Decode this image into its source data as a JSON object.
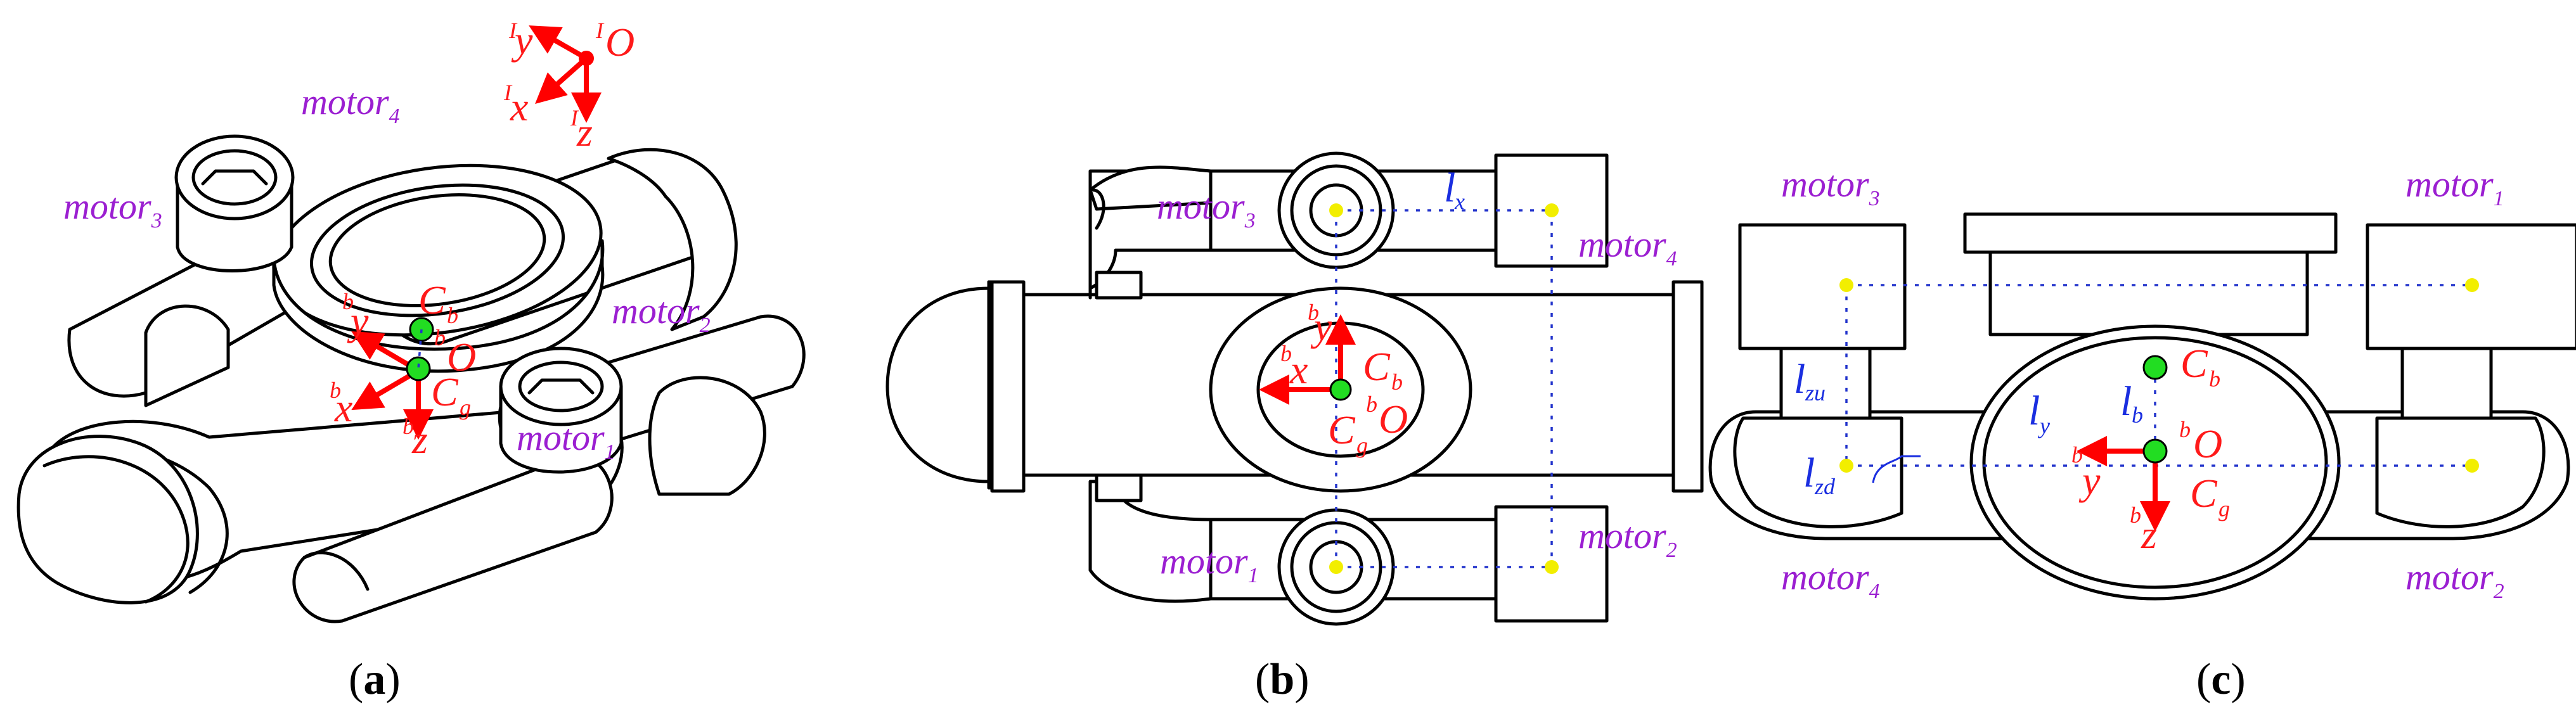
{
  "panels": [
    {
      "id": "a",
      "label": "a"
    },
    {
      "id": "b",
      "label": "b"
    },
    {
      "id": "c",
      "label": "c"
    }
  ],
  "motors": {
    "base": "motor",
    "subs": [
      "1",
      "2",
      "3",
      "4"
    ]
  },
  "frames": {
    "inertial": {
      "pre": "I",
      "origin": "O",
      "axes": [
        "x",
        "y",
        "z"
      ]
    },
    "body": {
      "pre": "b",
      "origin": "O",
      "axes": [
        "x",
        "y",
        "z"
      ]
    }
  },
  "points": {
    "buoyancy": {
      "base": "C",
      "sub": "b"
    },
    "gravity": {
      "base": "C",
      "sub": "g"
    }
  },
  "dimensions": {
    "lx": {
      "base": "l",
      "sub": "x"
    },
    "ly": {
      "base": "l",
      "sub": "y"
    },
    "lb": {
      "base": "l",
      "sub": "b"
    },
    "lzu": {
      "base": "l",
      "sub": "zu"
    },
    "lzd": {
      "base": "l",
      "sub": "zd"
    }
  },
  "colors": {
    "motor": "#9b1fd1",
    "frame": "#ff1a1a",
    "dimension": "#1a2ee0",
    "cb_point": "#22dd22",
    "motor_dot": "#f2ee00"
  }
}
